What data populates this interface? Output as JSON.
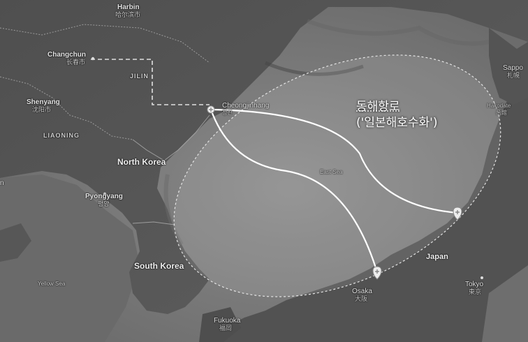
{
  "route": {
    "title_line1": "동해항로",
    "title_line2": "('일본해호수화')"
  },
  "places": {
    "harbin": {
      "name": "Harbin",
      "local": "哈尔滨市"
    },
    "changchun": {
      "name": "Changchun",
      "local": "长春市"
    },
    "jilin": {
      "name": "JILIN"
    },
    "shenyang": {
      "name": "Shenyang",
      "local": "沈阳市"
    },
    "liaoning": {
      "name": "LIAONING"
    },
    "cheongjinhang": {
      "name": "Cheongjinhang",
      "local": "청진"
    },
    "north_korea": {
      "name": "North Korea"
    },
    "pyongyang": {
      "name": "Pyongyang",
      "local": "평양"
    },
    "south_korea": {
      "name": "South Korea"
    },
    "yellow_sea": {
      "name": "Yellow Sea"
    },
    "east_sea": {
      "name": "East Sea"
    },
    "japan": {
      "name": "Japan"
    },
    "osaka": {
      "name": "Osaka",
      "local": "大阪"
    },
    "tokyo": {
      "name": "Tokyo",
      "local": "東京"
    },
    "hakodate": {
      "name": "Hakodate",
      "local": "函館"
    },
    "sapporo": {
      "name": "Sappo",
      "local": "札幌"
    },
    "fukuoka": {
      "name": "Fukuoka",
      "local": "福岡"
    },
    "edge_left": {
      "name": "n"
    }
  },
  "colors": {
    "land": "#5a5a5a",
    "sea": "#767676",
    "route": "#ffffff",
    "ellipse": "#d9d9d9"
  }
}
